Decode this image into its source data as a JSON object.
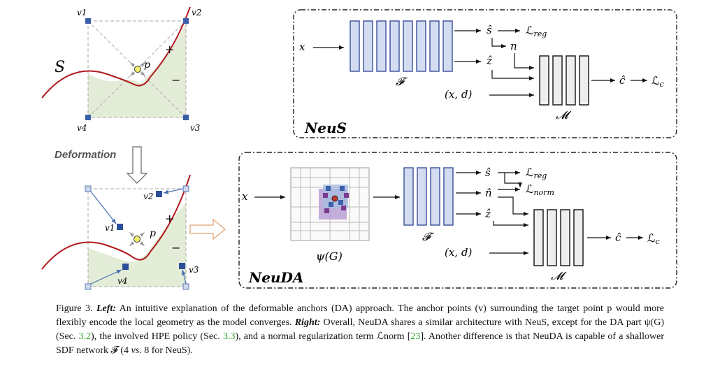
{
  "left_panel": {
    "top": {
      "surface_label": "S",
      "vertices": [
        "v1",
        "v2",
        "v3",
        "v4"
      ],
      "point_label": "p",
      "plus": "+",
      "minus": "−"
    },
    "deformation_label": "Deformation",
    "bottom": {
      "vertices": [
        "v1",
        "v2",
        "v3",
        "v4"
      ],
      "point_label": "p",
      "plus": "+",
      "minus": "−"
    }
  },
  "neus": {
    "title": "NeuS",
    "input": "x",
    "mlp_f": "𝓕",
    "mlp_m": "𝓜",
    "s_hat": "ŝ",
    "z_hat": "ẑ",
    "n": "n",
    "xd": "(x, d)",
    "c_hat": "ĉ",
    "loss_reg": "ℒ",
    "loss_reg_sub": "reg",
    "loss_c": "ℒ",
    "loss_c_sub": "c"
  },
  "neuda": {
    "title": "NeuDA",
    "input": "x",
    "grid_label": "ψ(G)",
    "mlp_f": "𝓕",
    "mlp_m": "𝓜",
    "s_hat": "ŝ",
    "n_hat": "n̂",
    "z_hat": "ẑ",
    "xd": "(x, d)",
    "c_hat": "ĉ",
    "loss_reg": "ℒ",
    "loss_reg_sub": "reg",
    "loss_norm": "ℒ",
    "loss_norm_sub": "norm",
    "loss_c": "ℒ",
    "loss_c_sub": "c"
  },
  "caption": {
    "fig": "Figure 3.",
    "left_head": "Left:",
    "left_text": "An intuitive explanation of the deformable anchors (DA) approach. The anchor points (v) surrounding the target point p would more flexibly encode the local geometry as the model converges.",
    "right_head": "Right:",
    "right_text_1": "Overall, NeuDA shares a similar architecture with NeuS, except for the DA part ψ(G) (Sec.",
    "sec1": "3.2",
    "right_text_2": "), the involved HPE policy (Sec.",
    "sec2": "3.3",
    "right_text_3": "), and a normal regularization term ℒnorm [",
    "ref": "23",
    "right_text_4": "]. Another difference is that NeuDA is capable of a shallower SDF network 𝓕 (4",
    "vs": "vs.",
    "right_text_5": "8 for NeuS)."
  },
  "colors": {
    "mlp_blue_fill": "#d3dcf0",
    "mlp_blue_stroke": "#3a4f9a",
    "mlp_gray_fill": "#eeeeee",
    "curve_red": "#b0191e",
    "region_green": "#e3ecd6",
    "anchor_blue": "#3a5fa8",
    "anchor_purple": "#7a3a8f",
    "ref_green": "#2aa52a"
  }
}
